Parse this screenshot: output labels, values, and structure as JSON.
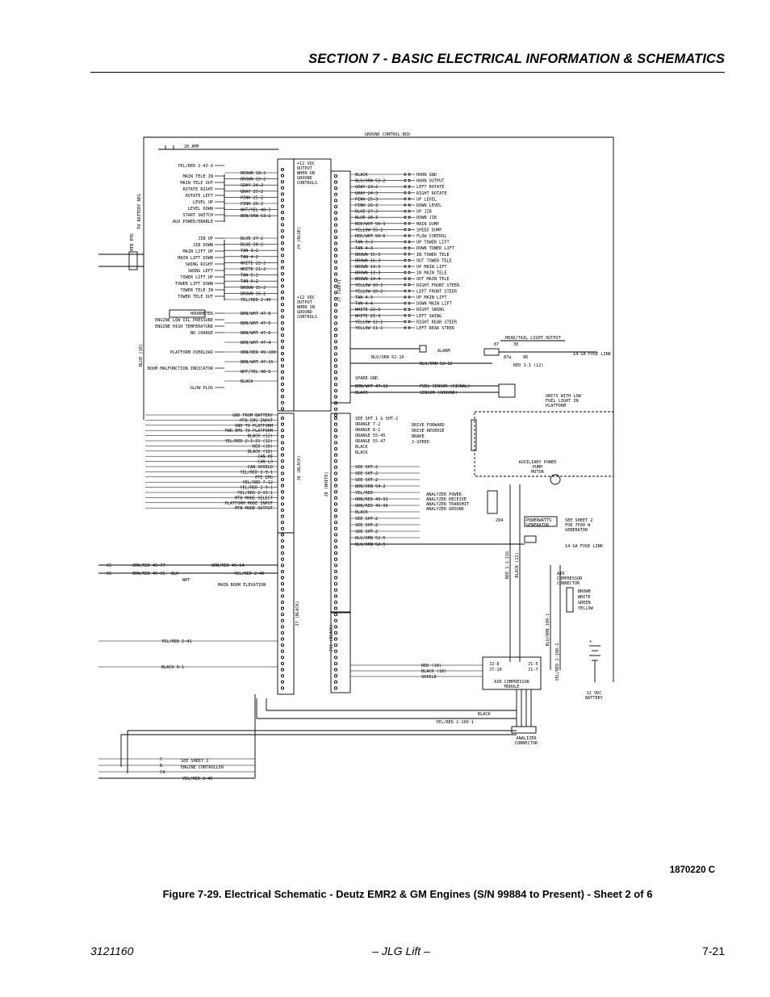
{
  "header": {
    "section_title": "SECTION 7 - BASIC ELECTRICAL INFORMATION & SCHEMATICS"
  },
  "schematic": {
    "box_title": "GROUND CONTROL BOX",
    "fuse_label": "20 AMP",
    "battery_feed": "TO BATTERY NEG",
    "mtb_ems": "MTB EMS",
    "blue_wire": "BLUE (10)",
    "connectors": {
      "j4": "J4 (BLUE)",
      "j7": "J7 (GREY)",
      "j6": "J6 (BLACK)",
      "j8": "J8 (WHITE)",
      "j7b": "J7 (BLACK)",
      "j11": "J11 (BLACK)"
    },
    "center_notes": {
      "note1": [
        "+12 VDC",
        "OUTPUT",
        "WHEN ON",
        "GROUND",
        "CONTROLS"
      ],
      "note2": [
        "+12 VDC",
        "OUTPUT",
        "WHEN IN",
        "GROUND",
        "CONTROLS"
      ]
    },
    "left_labels": [
      "YEL/RED 2-43-9",
      "MAIN TELE IN",
      "MAIN TELE OUT",
      "ROTATE RIGHT",
      "ROTATE LEFT",
      "LEVEL UP",
      "LEVEL DOWN",
      "START SWITCH",
      "AUX POWER/ENABLE",
      "JIB UP",
      "JIB DOWN",
      "MAIN LIFT UP",
      "MAIN LIFT DOWN",
      "SWING RIGHT",
      "SWING LEFT",
      "TOWER LIFT UP",
      "TOWER LIFT DOWN",
      "TOWER TELE IN",
      "TOWER TELE OUT",
      "HOURMETER",
      "ENGINE LOW OIL PRESSURE",
      "ENGINE HIGH TEMPERATURE",
      "NO CHARGE",
      "PLATFORM OVERLOAD",
      "BOOM MALFUNCTION INDICATOR",
      "GLOW PLUG"
    ],
    "left_wires": [
      "BROWN 18-2",
      "BROWN 19-2",
      "GRAY 24-2",
      "GRAY 25-2",
      "PINK 25-2",
      "PINK 26-2",
      "WHT/YEL 48-1",
      "BRN/ORN 53-2",
      "BLUE 27-2",
      "BLUE 28-2",
      "TAN 3-2",
      "TAN 4-2",
      "WHITE 22-2",
      "WHITE 21-2",
      "TAN 5-2",
      "TAN 6-2",
      "BROWN 15-2",
      "BROWN 16-2",
      "YEL/RED 2-40",
      "BRN/WHT 47-8",
      "BRN/WHT 47-5",
      "BRN/WHT 47-6",
      "BRN/WHT 47-4",
      "ORN/RED 49-100",
      "BRN/WHT 47-15",
      "WHT/YEL 48-6",
      "BLACK"
    ],
    "right_labels": [
      "HORN GND",
      "HORN OUTPUT",
      "LEFT ROTATE",
      "RIGHT ROTATE",
      "UP LEVEL",
      "DOWN LEVEL",
      "UP JIB",
      "DOWN JIB",
      "MAIN DUMP",
      "SPEED DUMP",
      "FLOW CONTROL",
      "UP TOWER LIFT",
      "DOWN TOWER LIFT",
      "IN TOWER TELE",
      "OUT TOWER TELE",
      "UP MAIN LIFT",
      "IN MAIN TELE",
      "OUT MAIN TELE",
      "RIGHT FRONT STEER",
      "LEFT FRONT STEER",
      "UP MAIN LIFT",
      "DOWN MAIN LIFT",
      "RIGHT SWING",
      "LEFT SWING",
      "RIGHT REAR STEER",
      "LEFT REAR STEER"
    ],
    "right_wires": [
      "BLACK",
      "BLU/ORN 52-2",
      "GRAY 23-2",
      "GRAY 24-3",
      "PINK 25-3",
      "PINK 26-3",
      "BLUE 27-3",
      "BLUE 28-3",
      "RED/WHT 50-1",
      "YELLOW 55-2",
      "RED/WHT 50-6",
      "TAN 3-3",
      "TAN 4-3",
      "BROWN 15-3",
      "BROWN 16-3",
      "BROWN 14-3",
      "BROWN 13-3",
      "BROWN 14-4",
      "YELLOW 10-1",
      "YELLOW 10-2",
      "TAN 4-3",
      "TAN 4-4",
      "WHITE 22-3",
      "WHITE 21-3",
      "YELLOW 12-1",
      "YELLOW 11-1"
    ],
    "alarm": "ALARM",
    "headlight": "HEAD/TAIL LIGHT OUTPUT",
    "fuse_link": "14 GA FUSE LINK",
    "red_wire": "RED 1-1 (12)",
    "relay_contacts": [
      "87",
      "87a",
      "30",
      "86"
    ],
    "alarm_wire": "BLU/ORN 52-10",
    "alarm_wire2": "BLU/ORN 52-12",
    "spare_gnd": "SPARE-GND",
    "fuel_sensor": [
      "BRN/WHT 47-12",
      "FUEL SENSOR (SIGNAL)",
      "BLACK",
      "SENSOR (GROUND)"
    ],
    "fuel_unit": [
      "UNITS WITH LOW",
      "FUEL LIGHT IN",
      "PLATFORM"
    ],
    "j6_left": [
      "GND FROM BATTERY",
      "MTB EMS INPUT",
      "GND TO PLATFORM",
      "PWR EMS TO PLATFORM",
      "BLACK (12)",
      "YEL/RED 2-1-21 (12)",
      "RED (18)",
      "BLACK (18)",
      "CAN HI",
      "CAN LO",
      "CAN SHIELD",
      "YEL/RED 2-9-1",
      "PTE EMS",
      "YEL/RED 7-12",
      "YEL/RED 2-9-1",
      "YEL/RED 2-33-1",
      "MTB MODE SELECT",
      "PLATFORM MODE INPUT",
      "MTB MODE OUTPUT"
    ],
    "j6_right": [
      "SEE SHT 1 & SHT-2",
      "ORANGE 7-2",
      "ORANGE 8-2",
      "ORANGE 55-45",
      "ORANGE 55-47",
      "BLACK",
      "BLACK",
      "DRIVE FORWARD",
      "DRIVE REVERSE",
      "BRAKE",
      "2-SPEED"
    ],
    "j8_right": [
      "SEE SHT-2",
      "SEE SHT-2",
      "SEE SHT-2",
      "BRN/ORN 54-2",
      "YEL/RED",
      "ORN/RED 49-91",
      "ORN/RED 49-90",
      "BLACK",
      "SEE SHT-2",
      "SEE SHT-2",
      "SEE SHT-2",
      "BLU/ORN 52-5",
      "BLU/ORN 52-5"
    ],
    "analyzer": [
      "ANALYZER POWER",
      "ANALYZER RECEIVE",
      "ANALYZER TRANSMIT",
      "ANALYZER GROUND"
    ],
    "aux_pump": [
      "AUXILIARY POWER",
      "PUMP",
      "MOTOR"
    ],
    "generator": [
      "POWERWATTS",
      "GENERATOR"
    ],
    "generator_note": [
      "SEE SHEET 2",
      "FOR 7500 W",
      "GENERATOR"
    ],
    "wire_204": "204",
    "fuse_link2": "14 GA FUSE LINK",
    "vertical_wires": [
      "RED 1-1-116",
      "BLACK (12)",
      "BLU/ORN 100-1",
      "YEL/RED 2-100-1"
    ],
    "air_comp": [
      "AIR",
      "COMPRESSOR",
      "CONNECTOR"
    ],
    "air_colors": [
      "BROWN",
      "WHITE",
      "GREEN",
      "YELLOW"
    ],
    "lower_left": [
      "C5",
      "ORN/RED 49-77",
      "C6",
      "ORN/RED 49-66",
      "BLK",
      "WHT",
      "ORN/RED 49-64",
      "YEL/RED 2-40",
      "MAIN BOOM ELEVATION"
    ],
    "lower_wires": [
      "YEL/RED 2-41",
      "BLACK 0-1"
    ],
    "module": [
      "AIR COMPRESSOR",
      "MODULE"
    ],
    "module_pins": [
      "J2-8",
      "J7-10",
      "J1-5",
      "J1-7"
    ],
    "module_wires": [
      "RED (18)",
      "BLACK (18)",
      "SHIELD"
    ],
    "battery": [
      "12 VDC",
      "BATTERY"
    ],
    "battery_pos": "+",
    "bottom_wires": [
      "BLACK",
      "YEL/RED 2-100-1"
    ],
    "analizer_conn": [
      "ANALIZER",
      "CONNECTOR"
    ],
    "engine_ctl": [
      "SEE SHEET 2",
      "ENGINE CONTROLLER",
      "YEL/RED 2-45"
    ],
    "engine_pins": [
      "C",
      "B",
      "C4"
    ]
  },
  "drawing_number": "1870220 C",
  "caption": "Figure 7-29.  Electrical Schematic - Deutz EMR2 & GM Engines (S/N 99884 to Present) - Sheet 2 of 6",
  "footer": {
    "doc_number": "3121160",
    "publisher": "– JLG Lift –",
    "page": "7-21"
  }
}
